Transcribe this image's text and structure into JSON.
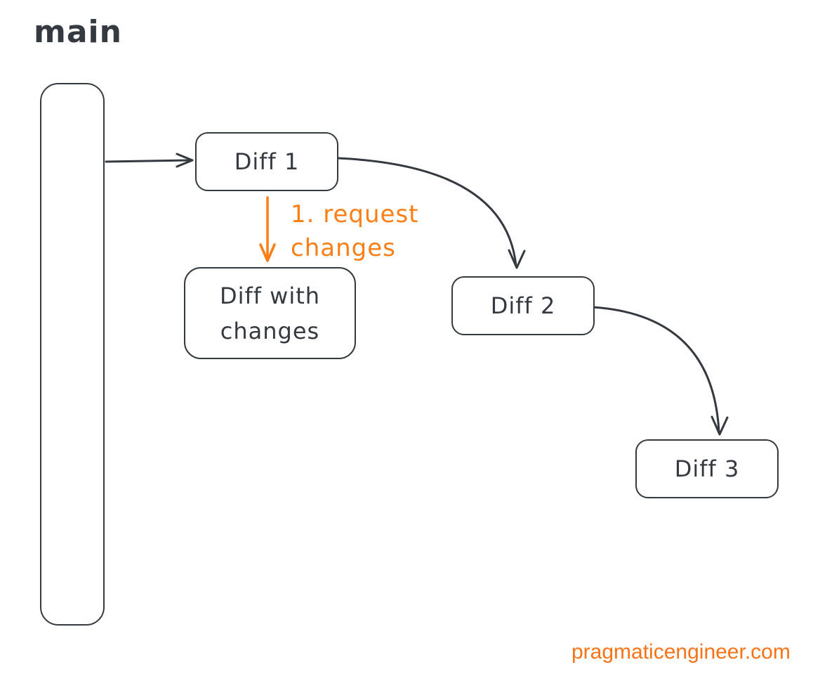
{
  "diagram": {
    "type": "flowchart",
    "branch_label": "main",
    "nodes": {
      "diff1": {
        "label": "Diff 1"
      },
      "diff_with_changes": {
        "line1": "Diff with",
        "line2": "changes"
      },
      "diff2": {
        "label": "Diff 2"
      },
      "diff3": {
        "label": "Diff 3"
      }
    },
    "edges": [
      {
        "from": "main",
        "to": "diff1",
        "color": "dark"
      },
      {
        "from": "diff1",
        "to": "diff_with_changes",
        "color": "orange",
        "label": "1. request changes"
      },
      {
        "from": "diff1",
        "to": "diff2",
        "color": "dark"
      },
      {
        "from": "diff2",
        "to": "diff3",
        "color": "dark"
      }
    ],
    "annotation": {
      "line1": "1. request",
      "line2": "changes"
    },
    "watermark": "pragmaticengineer.com"
  },
  "colors": {
    "stroke": "#343a40",
    "accent": "#fd7e14",
    "watermark": "#f97316",
    "background": "#ffffff"
  }
}
